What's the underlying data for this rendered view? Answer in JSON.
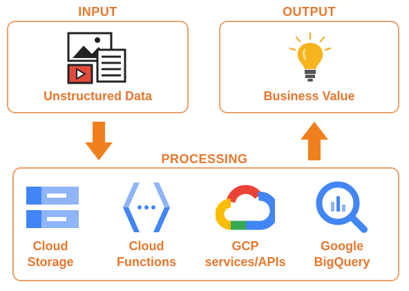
{
  "input": {
    "title": "INPUT",
    "label": "Unstructured Data",
    "icon": "unstructured-data-icon"
  },
  "output": {
    "title": "OUTPUT",
    "label": "Business Value",
    "icon": "lightbulb-icon"
  },
  "processing": {
    "title": "PROCESSING",
    "tools": [
      {
        "line1": "Cloud",
        "line2": "Storage",
        "icon": "cloud-storage-icon"
      },
      {
        "line1": "Cloud",
        "line2": "Functions",
        "icon": "cloud-functions-icon"
      },
      {
        "line1": "GCP",
        "line2": "services/APIs",
        "icon": "google-cloud-icon"
      },
      {
        "line1": "Google",
        "line2": "BigQuery",
        "icon": "bigquery-icon"
      }
    ]
  },
  "colors": {
    "accent": "#e8772e",
    "border": "#e8a06a",
    "arrow": "#f07f1e",
    "google_blue": "#4285f4"
  }
}
